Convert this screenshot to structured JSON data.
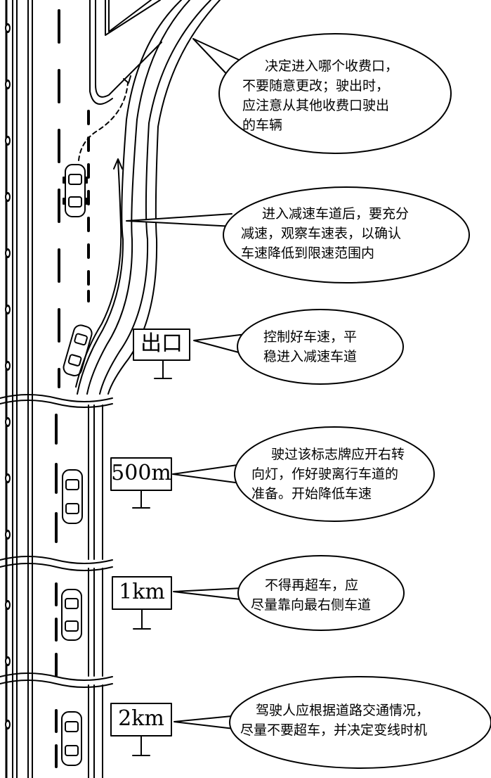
{
  "signs": {
    "exit": "出口",
    "m500": "500m",
    "km1": "1km",
    "km2": "2km"
  },
  "bubbles": {
    "toll": [
      "决定进入哪个收费口，",
      "不要随意更改；驶出时，",
      "应注意从其他收费口驶出",
      "的车辆"
    ],
    "decel": [
      "进入减速车道后，要充分",
      "减速，观察车速表，以确认",
      "车速降低到限速范围内"
    ],
    "exit": [
      "控制好车速，平",
      "稳进入减速车道"
    ],
    "m500": [
      "驶过该标志牌应开右转",
      "向灯，作好驶离行车道的",
      "准备。开始降低车速"
    ],
    "km1": [
      "不得再超车，应",
      "尽量靠向最右侧车道"
    ],
    "km2": [
      "驾驶人应根据道路交通情况，",
      "尽量不要超车，并决定变线时机"
    ]
  }
}
